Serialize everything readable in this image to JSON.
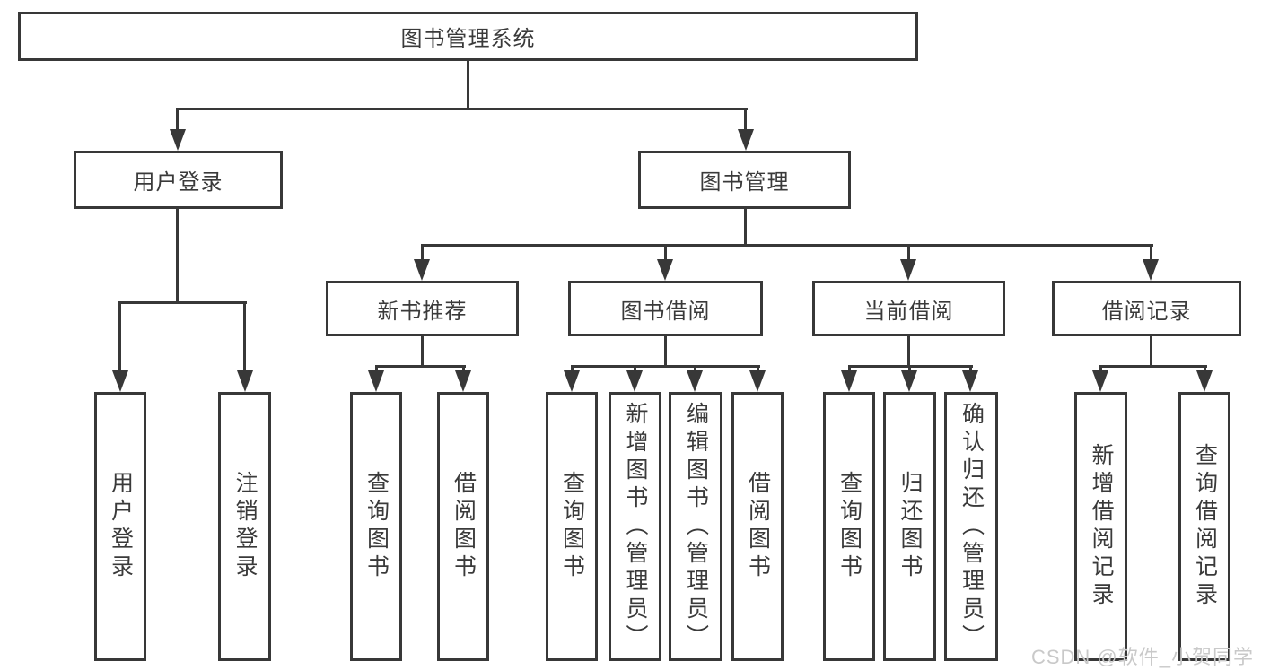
{
  "diagram_title": "图书管理系统",
  "tree": {
    "root": {
      "label": "图书管理系统"
    },
    "level2": [
      {
        "label": "用户登录"
      },
      {
        "label": "图书管理"
      }
    ],
    "level3": [
      {
        "label": "新书推荐",
        "parent": "图书管理"
      },
      {
        "label": "图书借阅",
        "parent": "图书管理"
      },
      {
        "label": "当前借阅",
        "parent": "图书管理"
      },
      {
        "label": "借阅记录",
        "parent": "图书管理"
      }
    ],
    "leaves": [
      {
        "label": "用户登录",
        "parent": "用户登录"
      },
      {
        "label": "注销登录",
        "parent": "用户登录"
      },
      {
        "label": "查询图书",
        "parent": "新书推荐"
      },
      {
        "label": "借阅图书",
        "parent": "新书推荐"
      },
      {
        "label": "查询图书",
        "parent": "图书借阅"
      },
      {
        "label": "新增图书（管理员）",
        "parent": "图书借阅"
      },
      {
        "label": "编辑图书（管理员）",
        "parent": "图书借阅"
      },
      {
        "label": "借阅图书",
        "parent": "图书借阅"
      },
      {
        "label": "查询图书",
        "parent": "当前借阅"
      },
      {
        "label": "归还图书",
        "parent": "当前借阅"
      },
      {
        "label": "确认归还（管理员）",
        "parent": "当前借阅"
      },
      {
        "label": "新增借阅记录",
        "parent": "借阅记录"
      },
      {
        "label": "查询借阅记录",
        "parent": "借阅记录"
      }
    ]
  },
  "watermark": {
    "text": "CSDN @软件_小贺同学"
  },
  "colors": {
    "line": "#383838",
    "text": "#3a3a3a",
    "background": "#ffffff",
    "watermark": "#c9c9c9"
  }
}
